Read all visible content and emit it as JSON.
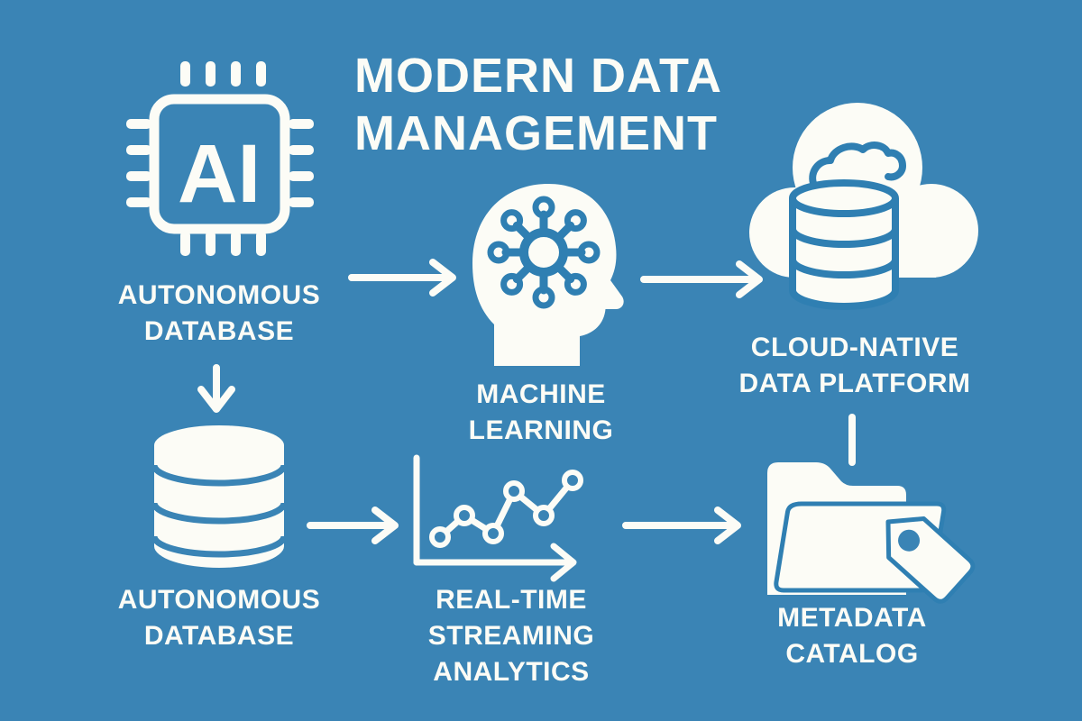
{
  "diagram": {
    "title_lines": [
      "MODERN DATA",
      "MANAGEMENT"
    ],
    "colors": {
      "background": "#3A84B5",
      "foreground": "#FCFCF6",
      "accent": "#2F7FB2"
    },
    "nodes": [
      {
        "id": "autonomous-database-top",
        "icon": "ai-chip-icon",
        "icon_text": "AI",
        "label_lines": [
          "AUTONOMOUS",
          "DATABASE"
        ]
      },
      {
        "id": "machine-learning",
        "icon": "machine-learning-head-icon",
        "label_lines": [
          "MACHINE",
          "LEARNING"
        ]
      },
      {
        "id": "cloud-native-data-platform",
        "icon": "cloud-database-icon",
        "label_lines": [
          "CLOUD-NATIVE",
          "DATA PLATFORM"
        ]
      },
      {
        "id": "autonomous-database-bottom",
        "icon": "database-cylinder-icon",
        "label_lines": [
          "AUTONOMOUS",
          "DATABASE"
        ]
      },
      {
        "id": "real-time-streaming-analytics",
        "icon": "line-chart-icon",
        "label_lines": [
          "REAL-TIME",
          "STREAMING",
          "ANALYTICS"
        ]
      },
      {
        "id": "metadata-catalog",
        "icon": "folder-tag-icon",
        "label_lines": [
          "METADATA",
          "CATALOG"
        ]
      }
    ],
    "connectors": [
      {
        "from": "autonomous-database-top",
        "to": "machine-learning",
        "type": "arrow-right"
      },
      {
        "from": "machine-learning",
        "to": "cloud-native-data-platform",
        "type": "arrow-right"
      },
      {
        "from": "autonomous-database-top",
        "to": "autonomous-database-bottom",
        "type": "arrow-down"
      },
      {
        "from": "autonomous-database-bottom",
        "to": "real-time-streaming-analytics",
        "type": "arrow-right"
      },
      {
        "from": "real-time-streaming-analytics",
        "to": "metadata-catalog",
        "type": "arrow-right"
      },
      {
        "from": "cloud-native-data-platform",
        "to": "metadata-catalog",
        "type": "line-down"
      }
    ]
  }
}
